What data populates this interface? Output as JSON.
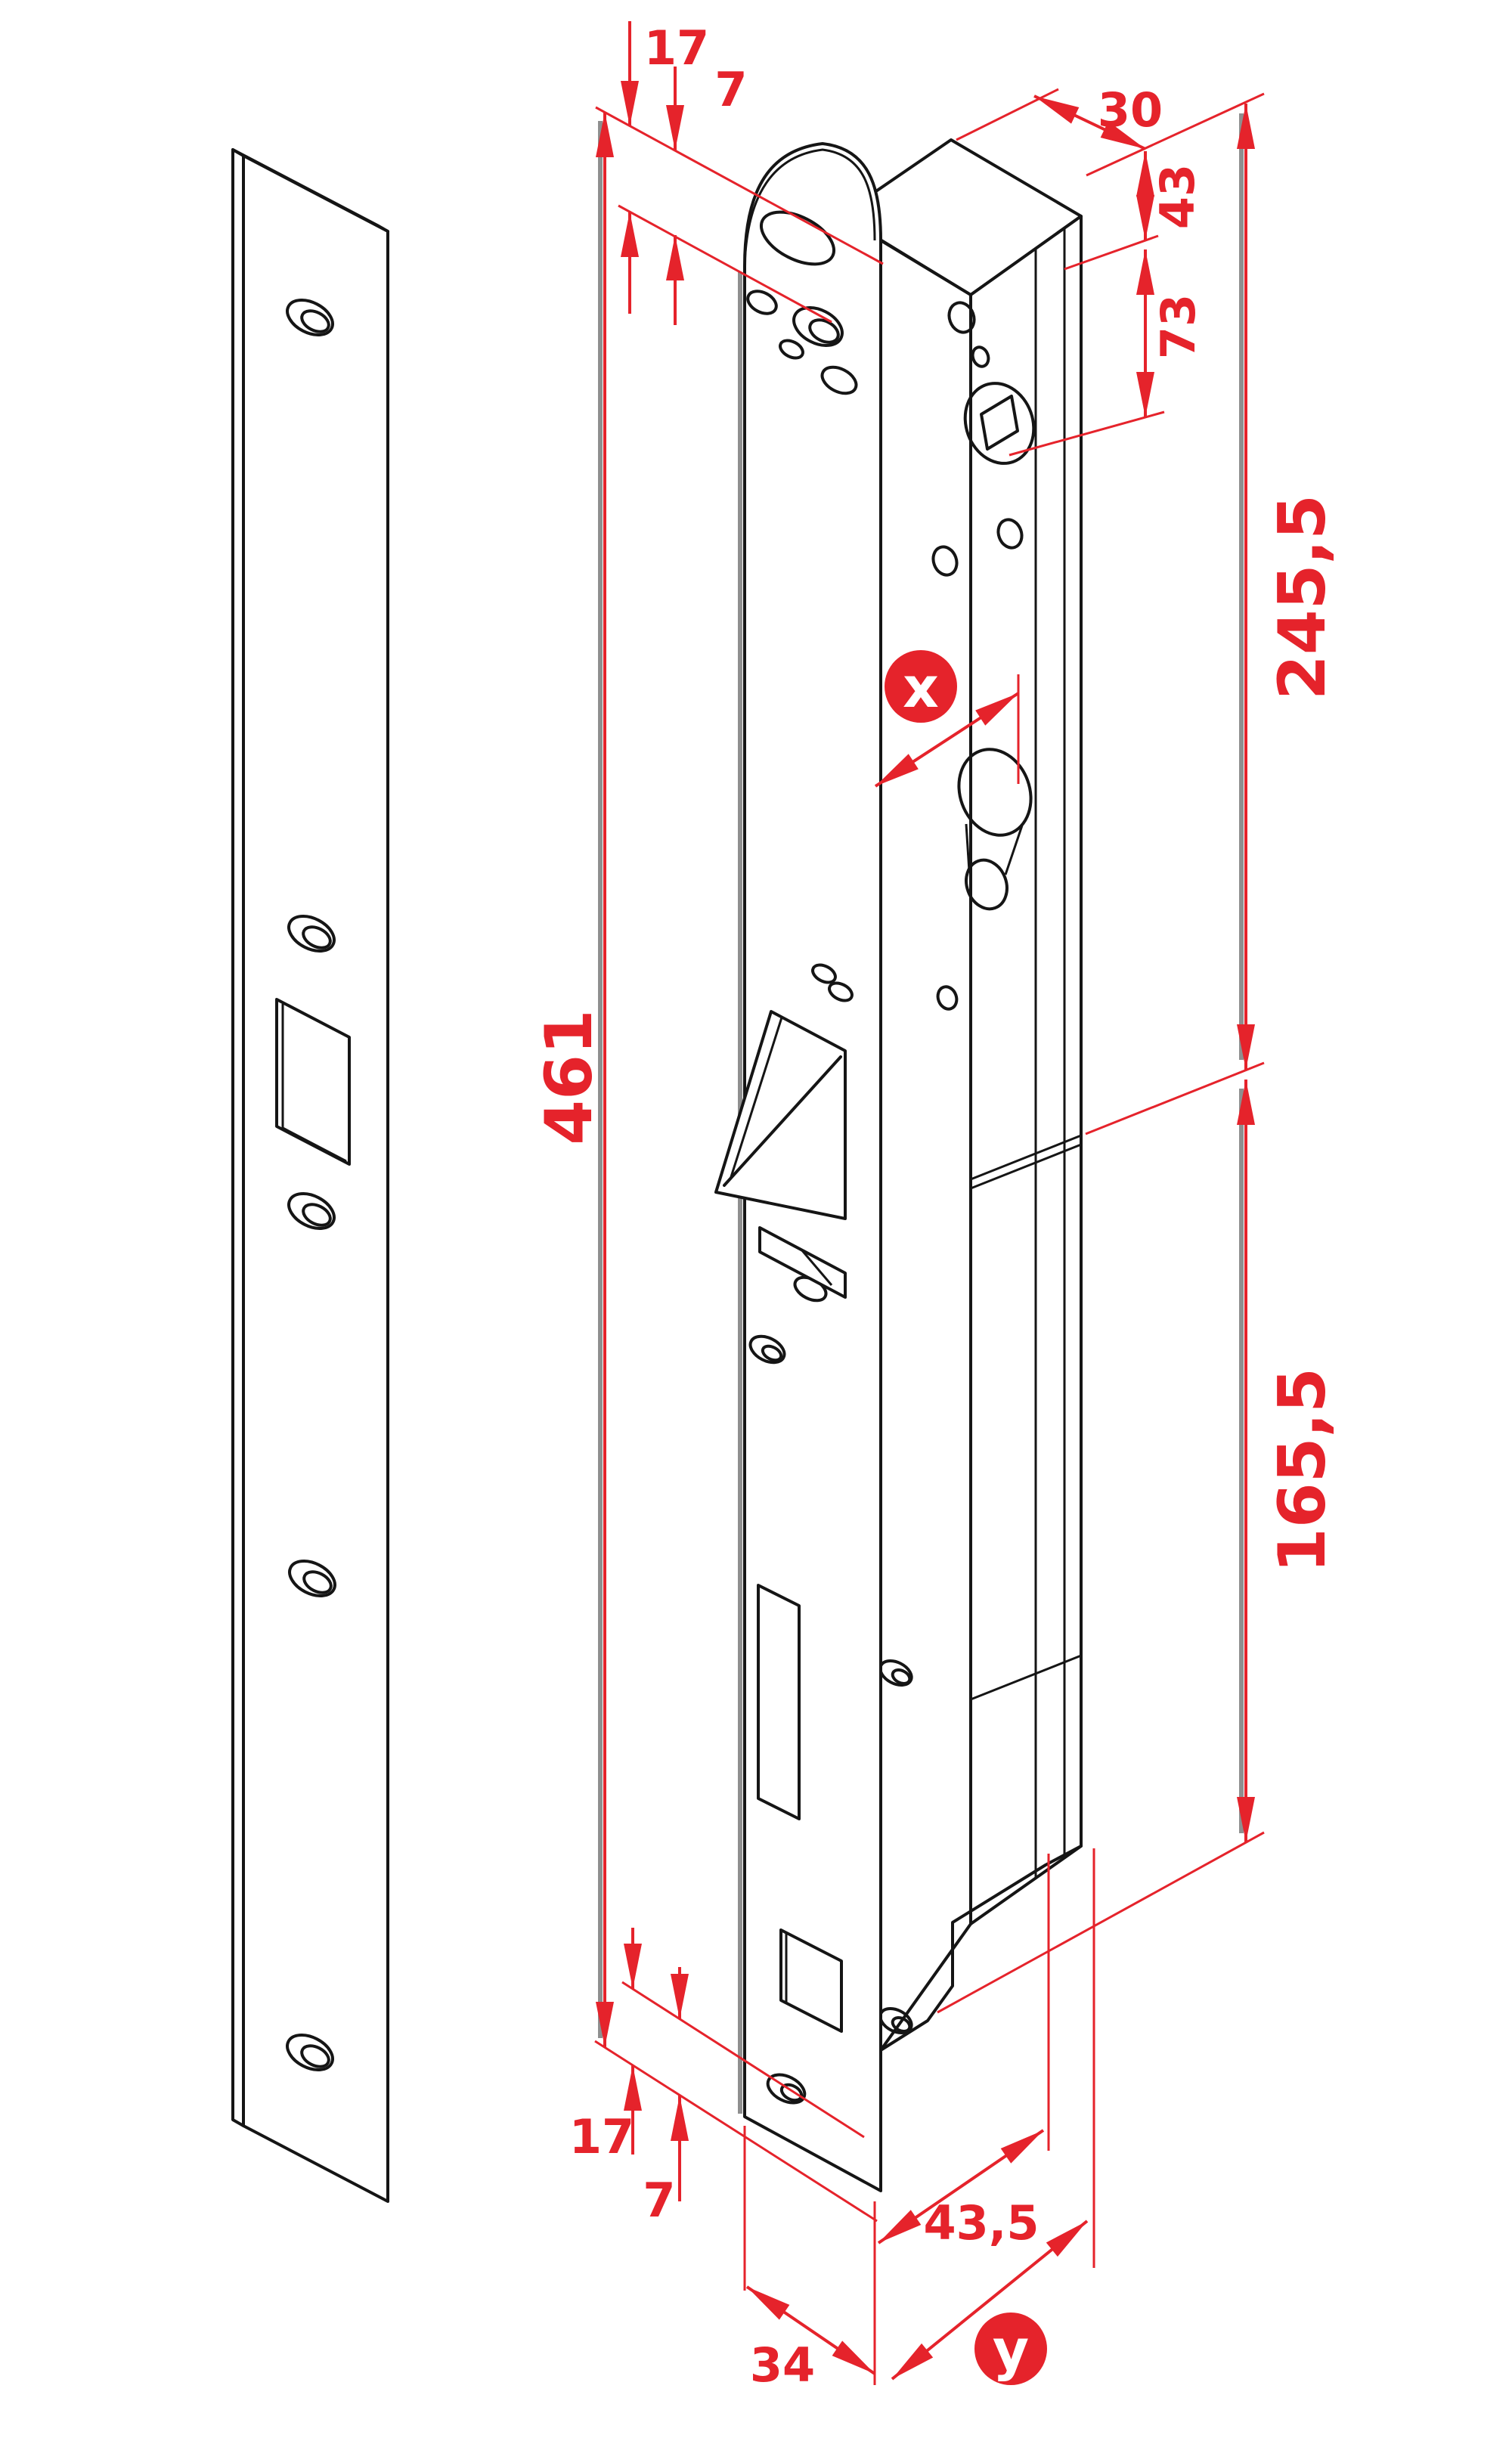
{
  "drawing": {
    "type": "isometric technical drawing of mortise door lock with strike plate",
    "accent_color": "#e5232b",
    "line_color": "#151515",
    "shadow_color": "#8f8f8f",
    "dimensions": {
      "top_edge_offset": "17",
      "top_hole_spacing": "7",
      "case_depth": "30",
      "top_to_handle": "43",
      "handle_to_cylinder": "73",
      "upper_section": "245,5",
      "total_height": "461",
      "lower_section": "165,5",
      "bottom_edge_offset": "17",
      "bottom_hole_spacing": "7",
      "case_width": "43,5",
      "faceplate_width": "34"
    },
    "markers": {
      "x": "x",
      "y": "y"
    }
  }
}
